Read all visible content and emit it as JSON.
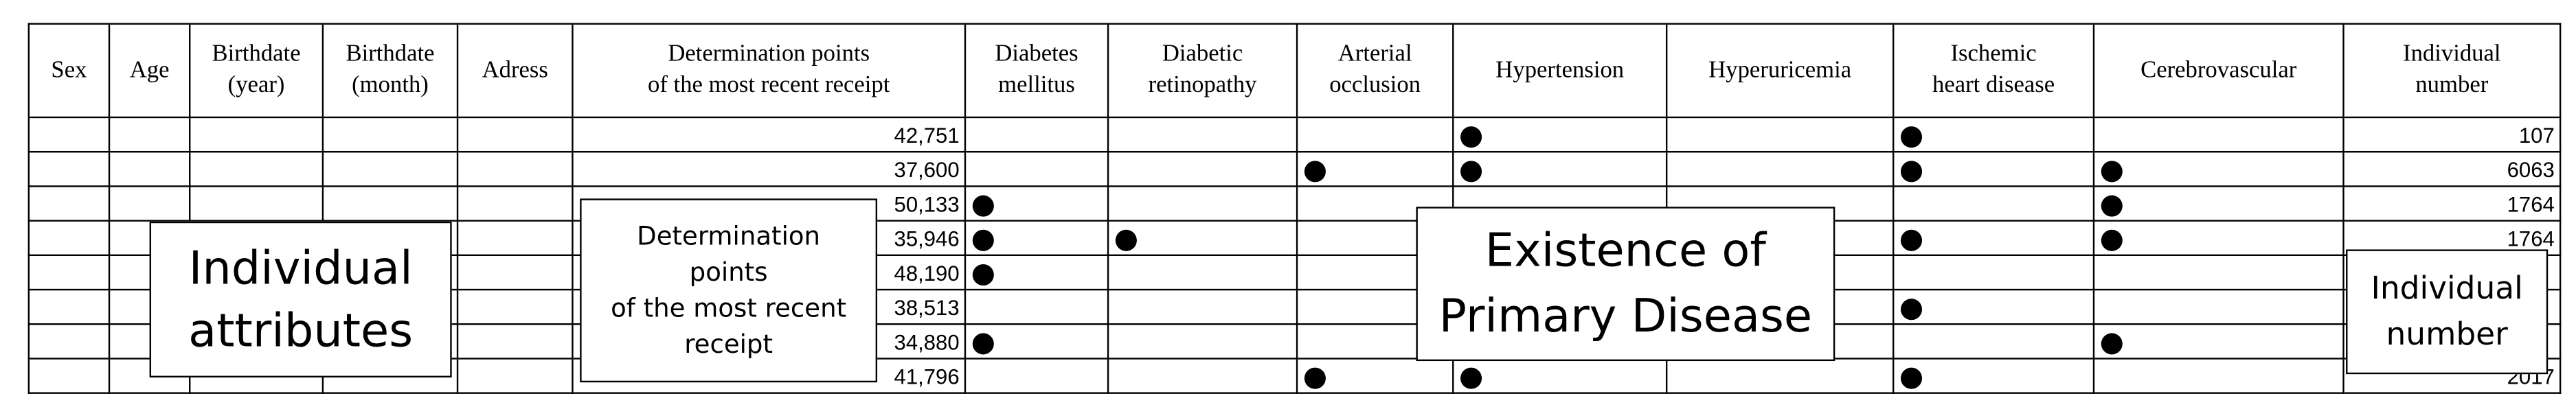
{
  "headers": {
    "sex": [
      "Sex"
    ],
    "age": [
      "Age"
    ],
    "birth_year": [
      "Birthdate",
      "(year)"
    ],
    "birth_month": [
      "Birthdate",
      "(month)"
    ],
    "address": [
      "Adress"
    ],
    "points": [
      "Determination points",
      "of the most recent receipt"
    ],
    "diabetes": [
      "Diabetes",
      "mellitus"
    ],
    "retinopathy": [
      "Diabetic",
      "retinopathy"
    ],
    "arterial": [
      "Arterial",
      "occlusion"
    ],
    "hypertension": [
      "Hypertension"
    ],
    "hyperuricemia": [
      "Hyperuricemia"
    ],
    "ischemic": [
      "Ischemic",
      "heart disease"
    ],
    "cerebro": [
      "Cerebrovascular"
    ],
    "individual": [
      "Individual",
      "number"
    ]
  },
  "disease_keys": [
    "diabetes",
    "retinopathy",
    "arterial",
    "hypertension",
    "hyperuricemia",
    "ischemic",
    "cerebro"
  ],
  "rows": [
    {
      "points": "42,751",
      "diseases": [],
      "hypertension": true,
      "ischemic": true,
      "number": "107"
    },
    {
      "points": "37,600",
      "arterial": true,
      "hypertension": true,
      "ischemic": true,
      "cerebro": true,
      "number": "6063"
    },
    {
      "points": "50,133",
      "diabetes": true,
      "cerebro": true,
      "number": "1764"
    },
    {
      "points": "35,946",
      "diabetes": true,
      "retinopathy": true,
      "ischemic": true,
      "cerebro": true,
      "number": "1764"
    },
    {
      "points": "48,190",
      "diabetes": true,
      "number": ""
    },
    {
      "points": "38,513",
      "ischemic": true,
      "number": ""
    },
    {
      "points": "34,880",
      "diabetes": true,
      "cerebro": true,
      "number": ""
    },
    {
      "points": "41,796",
      "arterial": true,
      "hypertension": true,
      "ischemic": true,
      "number": "2017"
    }
  ],
  "overlays": {
    "attributes": [
      "Individual",
      "attributes"
    ],
    "points": [
      "Determination",
      "points",
      "of the most recent",
      "receipt"
    ],
    "disease": [
      "Existence of",
      "Primary Disease"
    ],
    "number": [
      "Individual",
      "number"
    ]
  }
}
